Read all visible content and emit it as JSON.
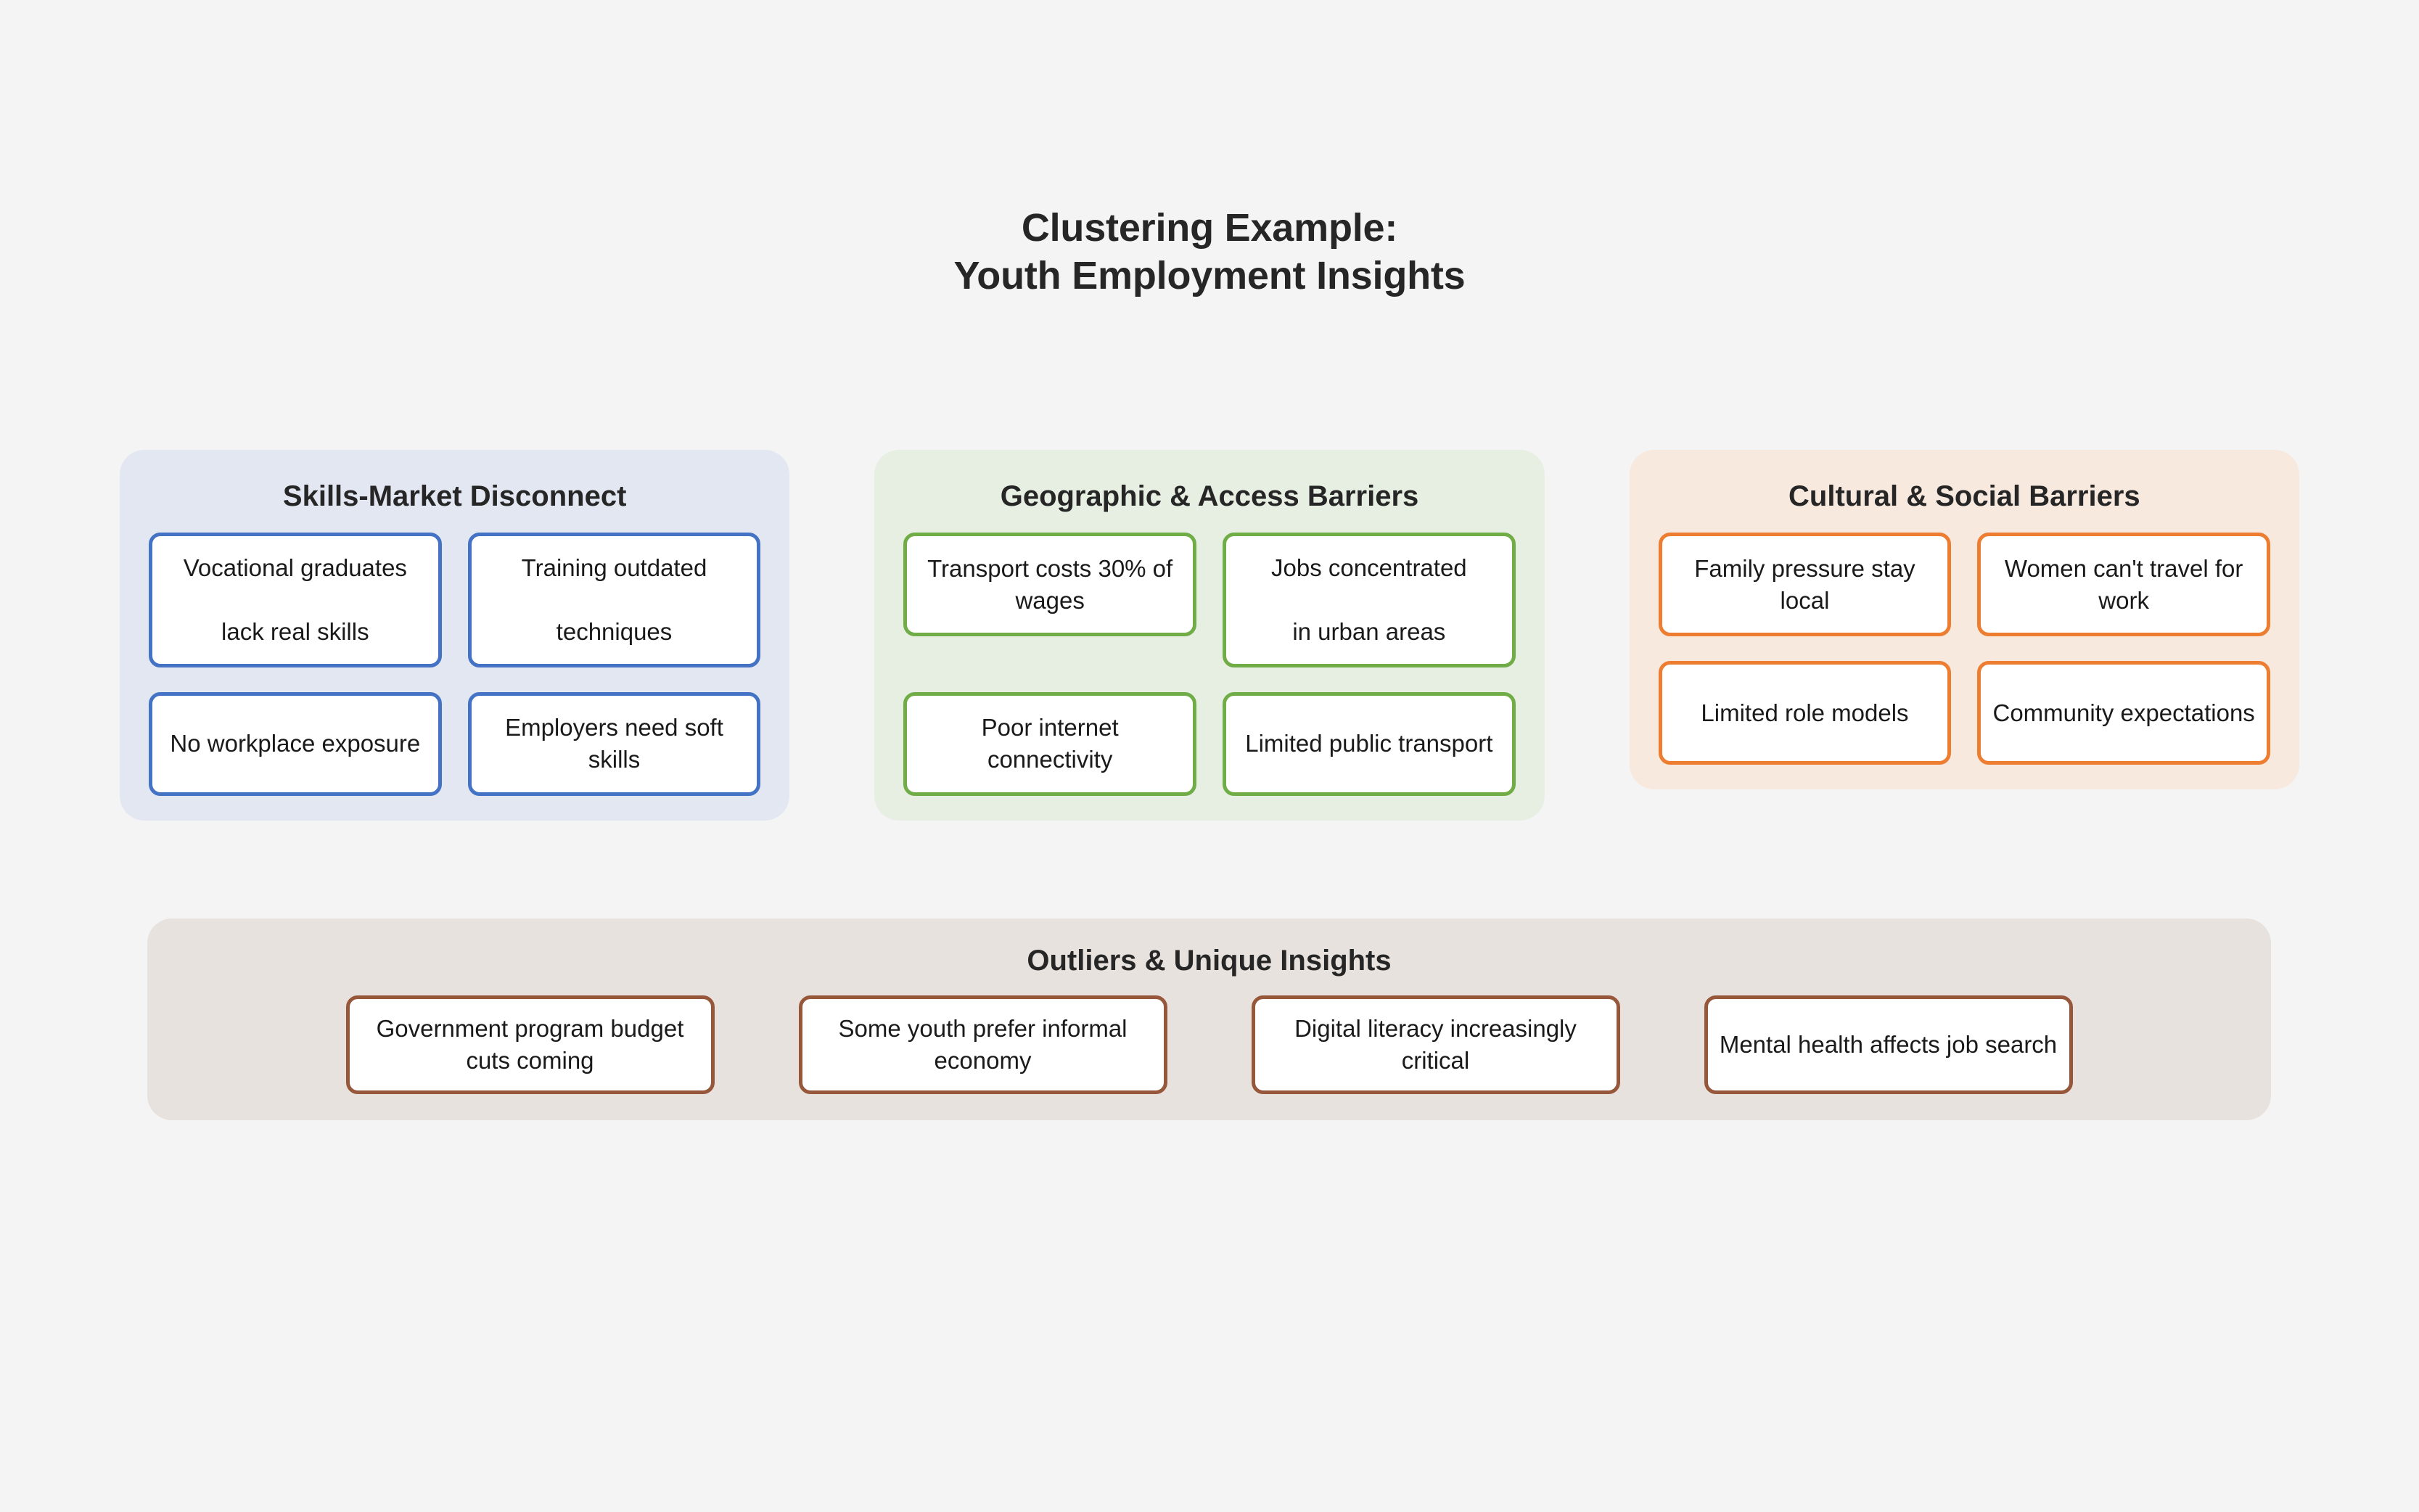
{
  "page": {
    "background_color": "#f4f4f4",
    "title_line_1": "Clustering Example:",
    "title_line_2": "Youth Employment Insights"
  },
  "clusters": [
    {
      "id": "skills-market-disconnect",
      "title": "Skills-Market Disconnect",
      "panel_color": "#e2e7f1",
      "accent_color": "#4472c4",
      "cards": [
        {
          "text": "Vocational graduates\n\nlack real skills"
        },
        {
          "text": "Training outdated\n\ntechniques"
        },
        {
          "text": "No workplace exposure"
        },
        {
          "text": "Employers need soft skills"
        }
      ]
    },
    {
      "id": "geographic-access-barriers",
      "title": "Geographic & Access Barriers",
      "panel_color": "#e7efe3",
      "accent_color": "#70ad47",
      "cards": [
        {
          "text": "Transport costs 30% of wages"
        },
        {
          "text": "Jobs concentrated\n\nin urban areas"
        },
        {
          "text": "Poor internet connectivity"
        },
        {
          "text": "Limited public transport"
        }
      ]
    },
    {
      "id": "cultural-social-barriers",
      "title": "Cultural & Social Barriers",
      "panel_color": "#f8e9df",
      "accent_color": "#ed7d31",
      "cards": [
        {
          "text": "Family pressure stay local"
        },
        {
          "text": "Women can't travel for work"
        },
        {
          "text": "Limited role models"
        },
        {
          "text": "Community expectations"
        }
      ]
    }
  ],
  "outliers": {
    "id": "outliers-unique-insights",
    "title": "Outliers & Unique Insights",
    "panel_color": "#e8e2de",
    "accent_color": "#96573b",
    "cards": [
      {
        "text": "Government program budget cuts coming"
      },
      {
        "text": "Some youth prefer informal economy"
      },
      {
        "text": "Digital literacy increasingly critical"
      },
      {
        "text": "Mental health affects job search"
      }
    ]
  }
}
